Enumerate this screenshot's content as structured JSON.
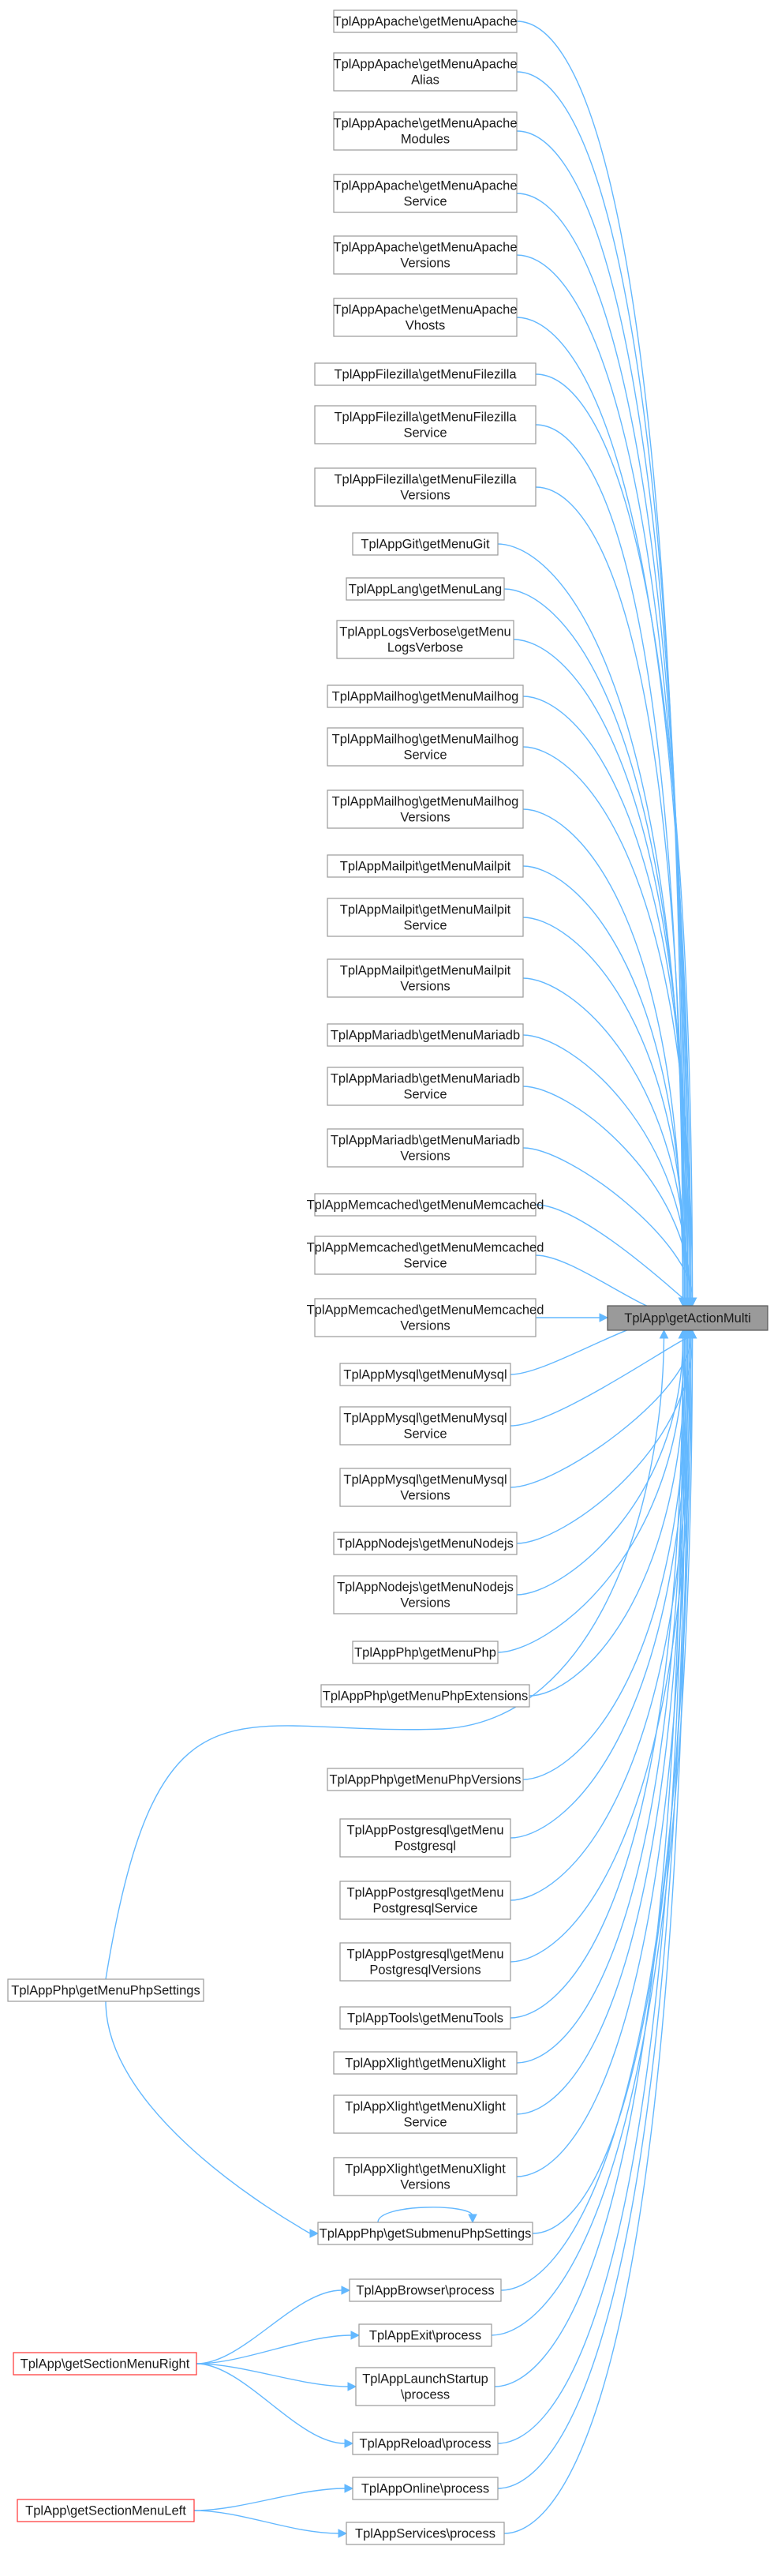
{
  "graph": {
    "colors": {
      "edge": "#63b8ff",
      "node_border": "#9a9a9a",
      "node_fill": "#ffffff",
      "target_fill": "#9a9a9a",
      "highlight_border": "#ff3333"
    },
    "target": {
      "id": "target",
      "lines": [
        "TplApp\\getActionMulti"
      ]
    },
    "callers": [
      {
        "id": "n1",
        "lines": [
          "TplAppApache\\getMenuApache"
        ]
      },
      {
        "id": "n2",
        "lines": [
          "TplAppApache\\getMenuApache",
          "Alias"
        ]
      },
      {
        "id": "n3",
        "lines": [
          "TplAppApache\\getMenuApache",
          "Modules"
        ]
      },
      {
        "id": "n4",
        "lines": [
          "TplAppApache\\getMenuApache",
          "Service"
        ]
      },
      {
        "id": "n5",
        "lines": [
          "TplAppApache\\getMenuApache",
          "Versions"
        ]
      },
      {
        "id": "n6",
        "lines": [
          "TplAppApache\\getMenuApache",
          "Vhosts"
        ]
      },
      {
        "id": "n7",
        "lines": [
          "TplAppFilezilla\\getMenuFilezilla"
        ]
      },
      {
        "id": "n8",
        "lines": [
          "TplAppFilezilla\\getMenuFilezilla",
          "Service"
        ]
      },
      {
        "id": "n9",
        "lines": [
          "TplAppFilezilla\\getMenuFilezilla",
          "Versions"
        ]
      },
      {
        "id": "n10",
        "lines": [
          "TplAppGit\\getMenuGit"
        ]
      },
      {
        "id": "n11",
        "lines": [
          "TplAppLang\\getMenuLang"
        ]
      },
      {
        "id": "n12",
        "lines": [
          "TplAppLogsVerbose\\getMenu",
          "LogsVerbose"
        ]
      },
      {
        "id": "n13",
        "lines": [
          "TplAppMailhog\\getMenuMailhog"
        ]
      },
      {
        "id": "n14",
        "lines": [
          "TplAppMailhog\\getMenuMailhog",
          "Service"
        ]
      },
      {
        "id": "n15",
        "lines": [
          "TplAppMailhog\\getMenuMailhog",
          "Versions"
        ]
      },
      {
        "id": "n16",
        "lines": [
          "TplAppMailpit\\getMenuMailpit"
        ]
      },
      {
        "id": "n17",
        "lines": [
          "TplAppMailpit\\getMenuMailpit",
          "Service"
        ]
      },
      {
        "id": "n18",
        "lines": [
          "TplAppMailpit\\getMenuMailpit",
          "Versions"
        ]
      },
      {
        "id": "n19",
        "lines": [
          "TplAppMariadb\\getMenuMariadb"
        ]
      },
      {
        "id": "n20",
        "lines": [
          "TplAppMariadb\\getMenuMariadb",
          "Service"
        ]
      },
      {
        "id": "n21",
        "lines": [
          "TplAppMariadb\\getMenuMariadb",
          "Versions"
        ]
      },
      {
        "id": "n22",
        "lines": [
          "TplAppMemcached\\getMenuMemcached"
        ]
      },
      {
        "id": "n23",
        "lines": [
          "TplAppMemcached\\getMenuMemcached",
          "Service"
        ]
      },
      {
        "id": "n24",
        "lines": [
          "TplAppMemcached\\getMenuMemcached",
          "Versions"
        ]
      },
      {
        "id": "n25",
        "lines": [
          "TplAppMysql\\getMenuMysql"
        ]
      },
      {
        "id": "n26",
        "lines": [
          "TplAppMysql\\getMenuMysql",
          "Service"
        ]
      },
      {
        "id": "n27",
        "lines": [
          "TplAppMysql\\getMenuMysql",
          "Versions"
        ]
      },
      {
        "id": "n28",
        "lines": [
          "TplAppNodejs\\getMenuNodejs"
        ]
      },
      {
        "id": "n29",
        "lines": [
          "TplAppNodejs\\getMenuNodejs",
          "Versions"
        ]
      },
      {
        "id": "n30",
        "lines": [
          "TplAppPhp\\getMenuPhp"
        ]
      },
      {
        "id": "n31",
        "lines": [
          "TplAppPhp\\getMenuPhpExtensions"
        ]
      },
      {
        "id": "n32",
        "lines": [
          "TplAppPhp\\getMenuPhpVersions"
        ]
      },
      {
        "id": "n33",
        "lines": [
          "TplAppPostgresql\\getMenu",
          "Postgresql"
        ]
      },
      {
        "id": "n34",
        "lines": [
          "TplAppPostgresql\\getMenu",
          "PostgresqlService"
        ]
      },
      {
        "id": "n35",
        "lines": [
          "TplAppPostgresql\\getMenu",
          "PostgresqlVersions"
        ]
      },
      {
        "id": "n36",
        "lines": [
          "TplAppTools\\getMenuTools"
        ]
      },
      {
        "id": "n37",
        "lines": [
          "TplAppXlight\\getMenuXlight"
        ]
      },
      {
        "id": "n38",
        "lines": [
          "TplAppXlight\\getMenuXlight",
          "Service"
        ]
      },
      {
        "id": "n39",
        "lines": [
          "TplAppXlight\\getMenuXlight",
          "Versions"
        ]
      },
      {
        "id": "n40",
        "lines": [
          "TplAppPhp\\getSubmenuPhpSettings"
        ]
      },
      {
        "id": "n41",
        "lines": [
          "TplAppBrowser\\process"
        ]
      },
      {
        "id": "n42",
        "lines": [
          "TplAppExit\\process"
        ]
      },
      {
        "id": "n43",
        "lines": [
          "TplAppLaunchStartup",
          "\\process"
        ]
      },
      {
        "id": "n44",
        "lines": [
          "TplAppReload\\process"
        ]
      },
      {
        "id": "n45",
        "lines": [
          "TplAppOnline\\process"
        ]
      },
      {
        "id": "n46",
        "lines": [
          "TplAppServices\\process"
        ]
      }
    ],
    "left_nodes": [
      {
        "id": "L1",
        "lines": [
          "TplAppPhp\\getMenuPhpSettings"
        ]
      },
      {
        "id": "L2",
        "lines": [
          "TplApp\\getSectionMenuRight"
        ],
        "highlight": true
      },
      {
        "id": "L3",
        "lines": [
          "TplApp\\getSectionMenuLeft"
        ],
        "highlight": true
      }
    ],
    "edges": [
      {
        "from": "n1",
        "to": "target"
      },
      {
        "from": "n2",
        "to": "target"
      },
      {
        "from": "n3",
        "to": "target"
      },
      {
        "from": "n4",
        "to": "target"
      },
      {
        "from": "n5",
        "to": "target"
      },
      {
        "from": "n6",
        "to": "target"
      },
      {
        "from": "n7",
        "to": "target"
      },
      {
        "from": "n8",
        "to": "target"
      },
      {
        "from": "n9",
        "to": "target"
      },
      {
        "from": "n10",
        "to": "target"
      },
      {
        "from": "n11",
        "to": "target"
      },
      {
        "from": "n12",
        "to": "target"
      },
      {
        "from": "n13",
        "to": "target"
      },
      {
        "from": "n14",
        "to": "target"
      },
      {
        "from": "n15",
        "to": "target"
      },
      {
        "from": "n16",
        "to": "target"
      },
      {
        "from": "n17",
        "to": "target"
      },
      {
        "from": "n18",
        "to": "target"
      },
      {
        "from": "n19",
        "to": "target"
      },
      {
        "from": "n20",
        "to": "target"
      },
      {
        "from": "n21",
        "to": "target"
      },
      {
        "from": "n22",
        "to": "target"
      },
      {
        "from": "n23",
        "to": "target"
      },
      {
        "from": "n24",
        "to": "target"
      },
      {
        "from": "n25",
        "to": "target"
      },
      {
        "from": "n26",
        "to": "target"
      },
      {
        "from": "n27",
        "to": "target"
      },
      {
        "from": "n28",
        "to": "target"
      },
      {
        "from": "n29",
        "to": "target"
      },
      {
        "from": "n30",
        "to": "target"
      },
      {
        "from": "n31",
        "to": "target"
      },
      {
        "from": "n32",
        "to": "target"
      },
      {
        "from": "n33",
        "to": "target"
      },
      {
        "from": "n34",
        "to": "target"
      },
      {
        "from": "n35",
        "to": "target"
      },
      {
        "from": "n36",
        "to": "target"
      },
      {
        "from": "n37",
        "to": "target"
      },
      {
        "from": "n38",
        "to": "target"
      },
      {
        "from": "n39",
        "to": "target"
      },
      {
        "from": "n40",
        "to": "target"
      },
      {
        "from": "n41",
        "to": "target"
      },
      {
        "from": "n42",
        "to": "target"
      },
      {
        "from": "n43",
        "to": "target"
      },
      {
        "from": "n44",
        "to": "target"
      },
      {
        "from": "n45",
        "to": "target"
      },
      {
        "from": "n46",
        "to": "target"
      },
      {
        "from": "L1",
        "to": "target"
      },
      {
        "from": "L1",
        "to": "n40"
      },
      {
        "from": "n40",
        "to": "n40"
      },
      {
        "from": "L2",
        "to": "n41"
      },
      {
        "from": "L2",
        "to": "n42"
      },
      {
        "from": "L2",
        "to": "n43"
      },
      {
        "from": "L2",
        "to": "n44"
      },
      {
        "from": "L3",
        "to": "n45"
      },
      {
        "from": "L3",
        "to": "n46"
      }
    ]
  }
}
